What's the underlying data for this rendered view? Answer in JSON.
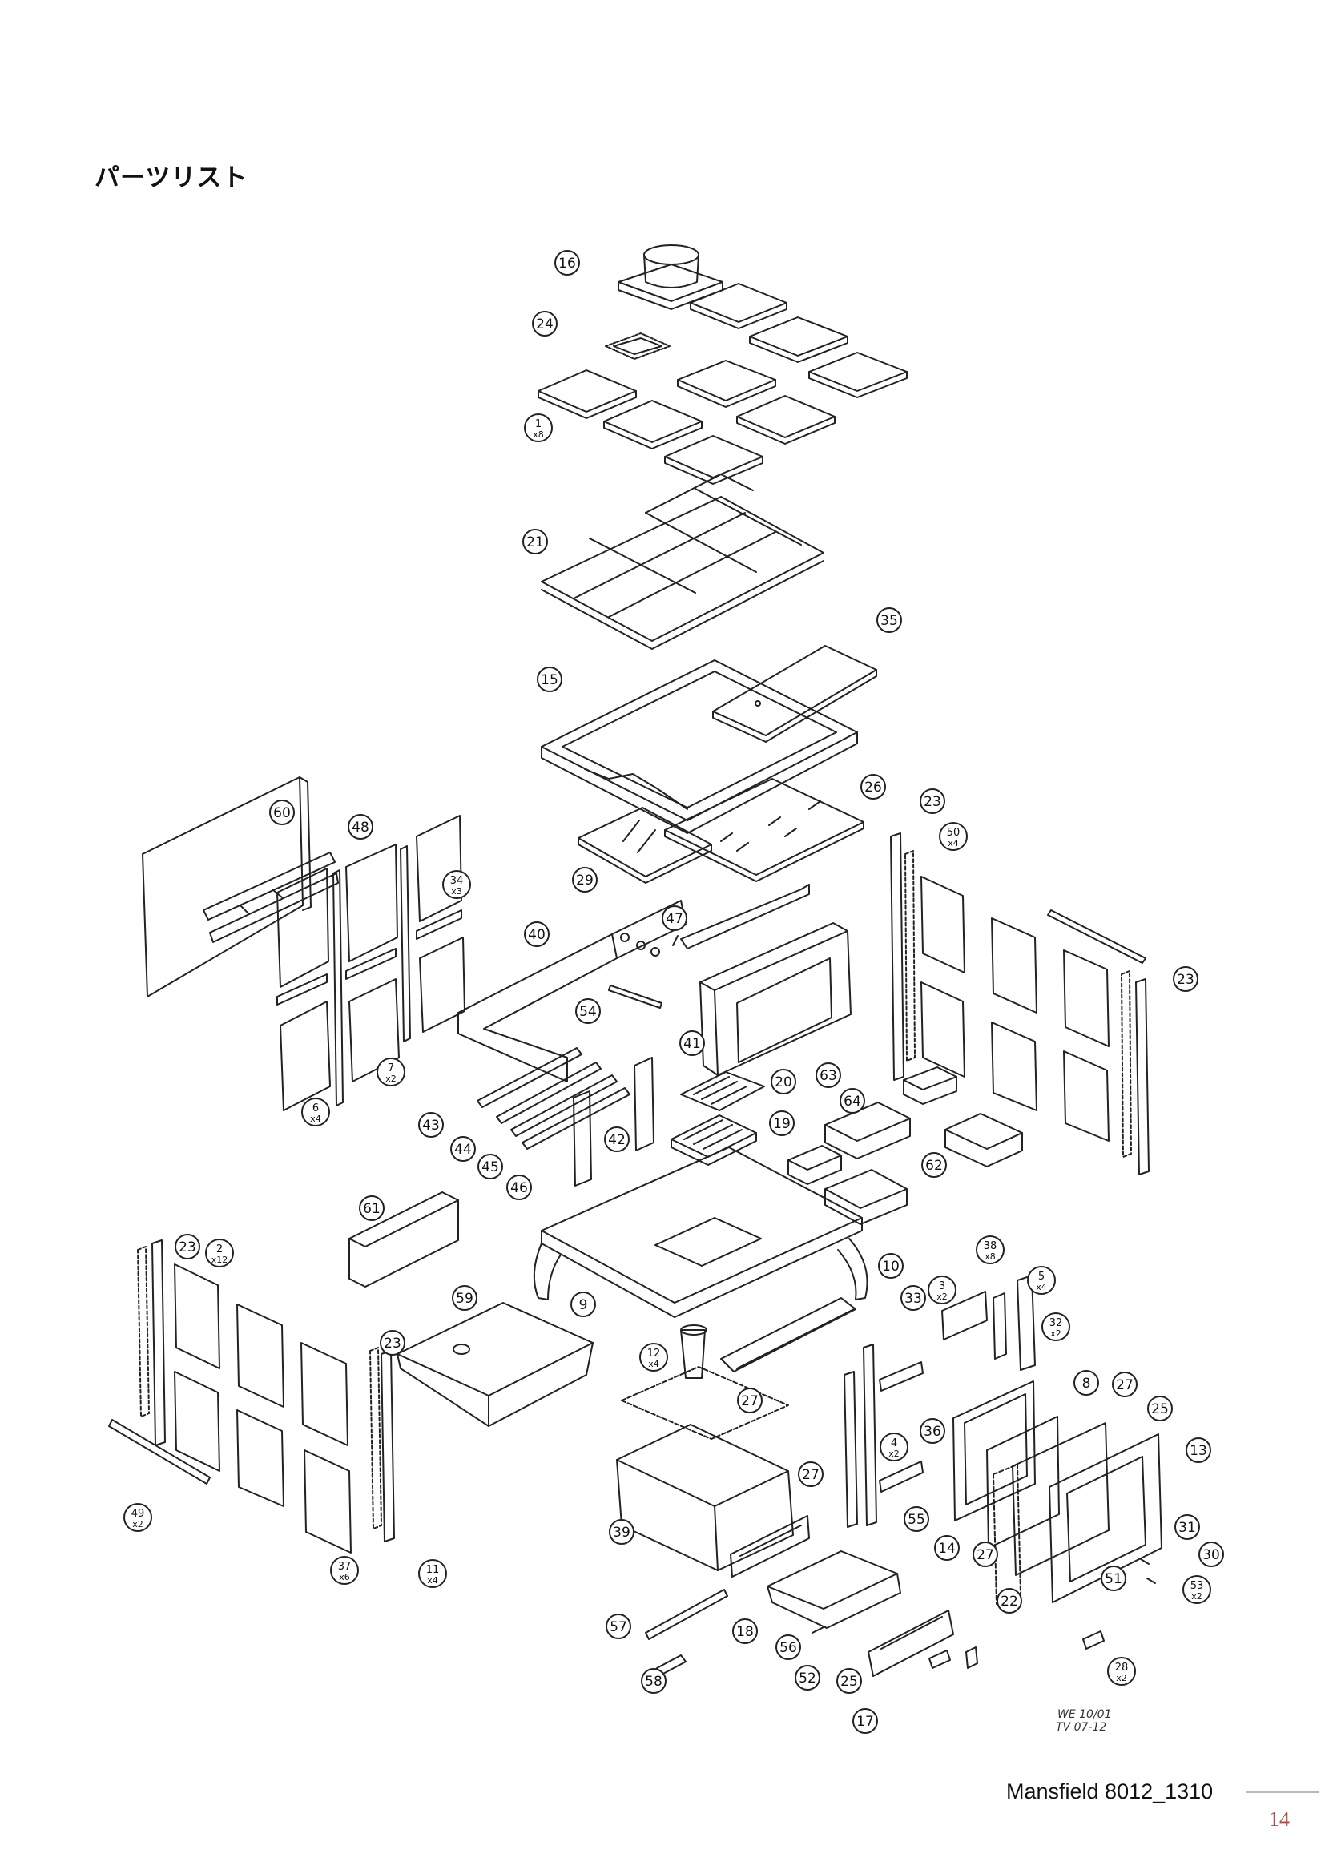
{
  "page": {
    "title": "パーツリスト",
    "footer": "Mansfield  8012_1310",
    "page_number": "14",
    "signature_note": [
      "WE 10/01",
      "TV 07-12"
    ]
  },
  "callouts": [
    {
      "id": "16",
      "label": "16",
      "qty": ""
    },
    {
      "id": "24",
      "label": "24",
      "qty": ""
    },
    {
      "id": "1",
      "label": "1",
      "qty": "x8"
    },
    {
      "id": "21",
      "label": "21",
      "qty": ""
    },
    {
      "id": "35",
      "label": "35",
      "qty": ""
    },
    {
      "id": "15",
      "label": "15",
      "qty": ""
    },
    {
      "id": "26",
      "label": "26",
      "qty": ""
    },
    {
      "id": "29",
      "label": "29",
      "qty": ""
    },
    {
      "id": "60",
      "label": "60",
      "qty": ""
    },
    {
      "id": "48",
      "label": "48",
      "qty": ""
    },
    {
      "id": "34",
      "label": "34",
      "qty": "x3"
    },
    {
      "id": "6",
      "label": "6",
      "qty": "x4"
    },
    {
      "id": "7",
      "label": "7",
      "qty": "x2"
    },
    {
      "id": "47",
      "label": "47",
      "qty": ""
    },
    {
      "id": "40",
      "label": "40",
      "qty": ""
    },
    {
      "id": "54",
      "label": "54",
      "qty": ""
    },
    {
      "id": "41",
      "label": "41",
      "qty": ""
    },
    {
      "id": "20",
      "label": "20",
      "qty": ""
    },
    {
      "id": "19",
      "label": "19",
      "qty": ""
    },
    {
      "id": "43",
      "label": "43",
      "qty": ""
    },
    {
      "id": "44",
      "label": "44",
      "qty": ""
    },
    {
      "id": "45",
      "label": "45",
      "qty": ""
    },
    {
      "id": "46",
      "label": "46",
      "qty": ""
    },
    {
      "id": "42",
      "label": "42",
      "qty": ""
    },
    {
      "id": "63",
      "label": "63",
      "qty": ""
    },
    {
      "id": "64",
      "label": "64",
      "qty": ""
    },
    {
      "id": "62",
      "label": "62",
      "qty": ""
    },
    {
      "id": "23a",
      "label": "23",
      "qty": ""
    },
    {
      "id": "50",
      "label": "50",
      "qty": "x4"
    },
    {
      "id": "23b",
      "label": "23",
      "qty": ""
    },
    {
      "id": "61",
      "label": "61",
      "qty": ""
    },
    {
      "id": "59",
      "label": "59",
      "qty": ""
    },
    {
      "id": "9",
      "label": "9",
      "qty": ""
    },
    {
      "id": "10",
      "label": "10",
      "qty": ""
    },
    {
      "id": "23c",
      "label": "23",
      "qty": ""
    },
    {
      "id": "2",
      "label": "2",
      "qty": "x12"
    },
    {
      "id": "23d",
      "label": "23",
      "qty": ""
    },
    {
      "id": "49",
      "label": "49",
      "qty": "x2"
    },
    {
      "id": "37",
      "label": "37",
      "qty": "x6"
    },
    {
      "id": "11",
      "label": "11",
      "qty": "x4"
    },
    {
      "id": "12",
      "label": "12",
      "qty": "x4"
    },
    {
      "id": "27a",
      "label": "27",
      "qty": ""
    },
    {
      "id": "39",
      "label": "39",
      "qty": ""
    },
    {
      "id": "27b",
      "label": "27",
      "qty": ""
    },
    {
      "id": "18",
      "label": "18",
      "qty": ""
    },
    {
      "id": "57",
      "label": "57",
      "qty": ""
    },
    {
      "id": "58",
      "label": "58",
      "qty": ""
    },
    {
      "id": "56",
      "label": "56",
      "qty": ""
    },
    {
      "id": "52",
      "label": "52",
      "qty": ""
    },
    {
      "id": "25a",
      "label": "25",
      "qty": ""
    },
    {
      "id": "17",
      "label": "17",
      "qty": ""
    },
    {
      "id": "38",
      "label": "38",
      "qty": "x8"
    },
    {
      "id": "3",
      "label": "3",
      "qty": "x2"
    },
    {
      "id": "33",
      "label": "33",
      "qty": ""
    },
    {
      "id": "5",
      "label": "5",
      "qty": "x4"
    },
    {
      "id": "32",
      "label": "32",
      "qty": "x2"
    },
    {
      "id": "4",
      "label": "4",
      "qty": "x2"
    },
    {
      "id": "36",
      "label": "36",
      "qty": ""
    },
    {
      "id": "55",
      "label": "55",
      "qty": ""
    },
    {
      "id": "14",
      "label": "14",
      "qty": ""
    },
    {
      "id": "27c",
      "label": "27",
      "qty": ""
    },
    {
      "id": "8",
      "label": "8",
      "qty": ""
    },
    {
      "id": "27d",
      "label": "27",
      "qty": ""
    },
    {
      "id": "25b",
      "label": "25",
      "qty": ""
    },
    {
      "id": "13",
      "label": "13",
      "qty": ""
    },
    {
      "id": "22",
      "label": "22",
      "qty": ""
    },
    {
      "id": "31",
      "label": "31",
      "qty": ""
    },
    {
      "id": "30",
      "label": "30",
      "qty": ""
    },
    {
      "id": "51",
      "label": "51",
      "qty": ""
    },
    {
      "id": "53",
      "label": "53",
      "qty": "x2"
    },
    {
      "id": "28",
      "label": "28",
      "qty": "x2"
    }
  ]
}
